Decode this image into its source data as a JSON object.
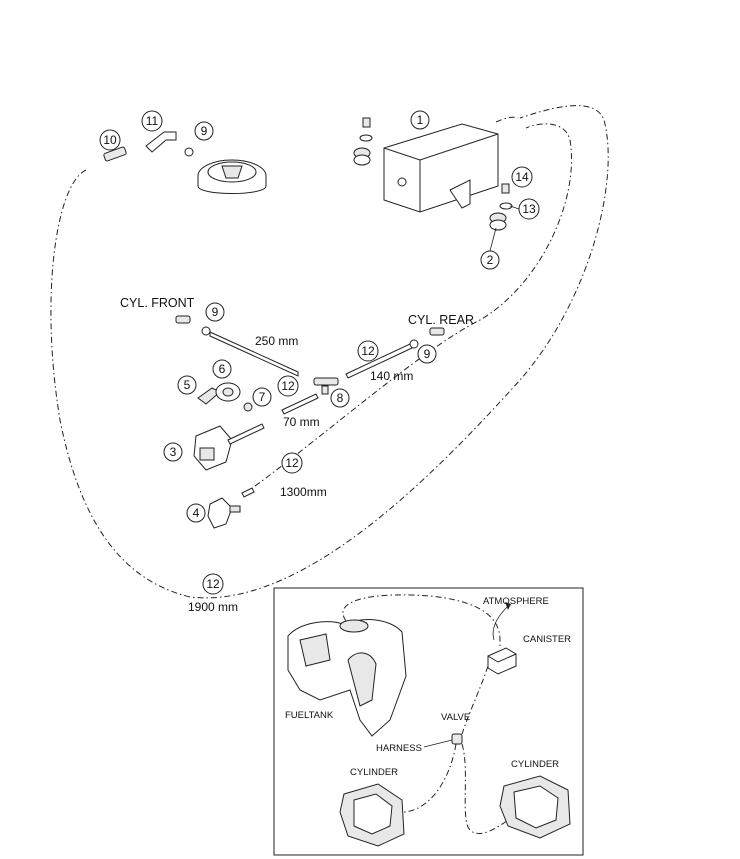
{
  "callouts": {
    "c1": "1",
    "c2": "2",
    "c3": "3",
    "c4": "4",
    "c5": "5",
    "c6": "6",
    "c7": "7",
    "c8": "8",
    "c9a": "9",
    "c9b": "9",
    "c9c": "9",
    "c10": "10",
    "c11": "11",
    "c12a": "12",
    "c12b": "12",
    "c12c": "12",
    "c12d": "12",
    "c13": "13",
    "c14": "14"
  },
  "labels": {
    "cyl_front": "CYL. FRONT",
    "cyl_rear": "CYL. REAR"
  },
  "dimensions": {
    "d250": "250 mm",
    "d140": "140 mm",
    "d70": "70 mm",
    "d1300": "1300mm",
    "d1900": "1900 mm"
  },
  "inset": {
    "atmosphere": "ATMOSPHERE",
    "canister": "CANISTER",
    "fueltank": "FUELTANK",
    "valve": "VALVE",
    "harness": "HARNESS",
    "cylinder_left": "CYLINDER",
    "cylinder_right": "CYLINDER"
  }
}
